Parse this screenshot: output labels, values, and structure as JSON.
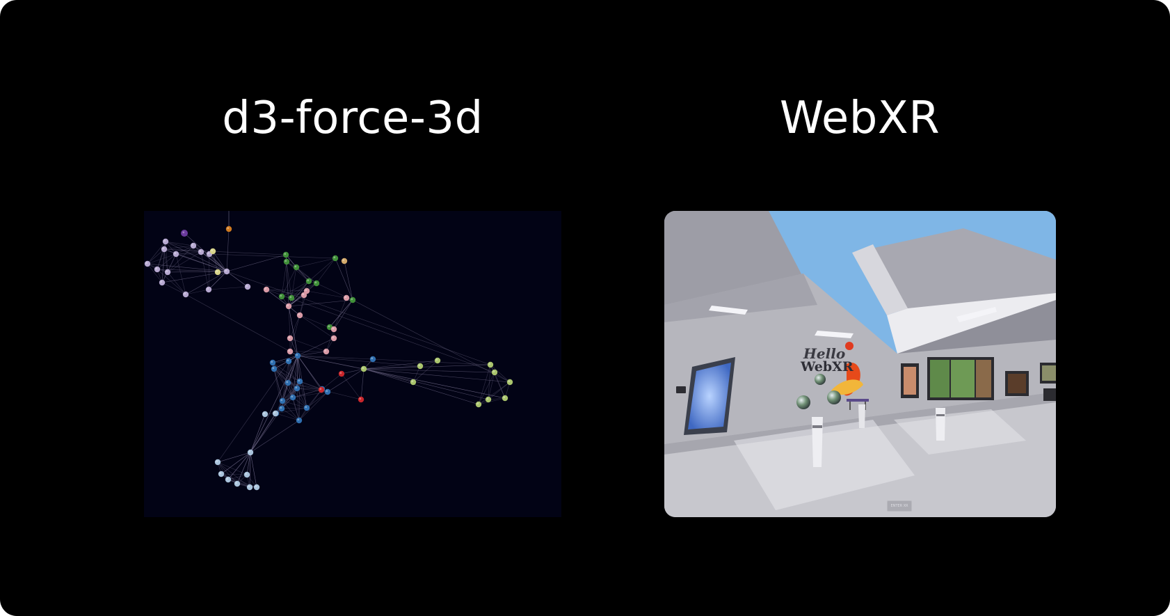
{
  "columns": [
    {
      "title": "d3-force-3d"
    },
    {
      "title": "WebXR"
    }
  ],
  "graph": {
    "background": "#020315",
    "link_color": "#8c84a6",
    "groups": {
      "lavender": "#b6a8d0",
      "green": "#3f8f38",
      "pink": "#d99aa6",
      "blue": "#2f6fb0",
      "red": "#c9262b",
      "lime": "#a9c46c",
      "light-blue": "#a9c3dc",
      "yellow": "#d8d48a",
      "orange": "#d07a1f",
      "purple": "#6a3a9c",
      "tan": "#d3a96a"
    }
  },
  "webxr": {
    "logo_line1": "Hello",
    "logo_line2": "WebXR",
    "enter_button_label": "ENTER XR",
    "sky_color": "#7fb6e6",
    "wall_color": "#b6b6bd",
    "floor_color": "#c7c7cd"
  }
}
